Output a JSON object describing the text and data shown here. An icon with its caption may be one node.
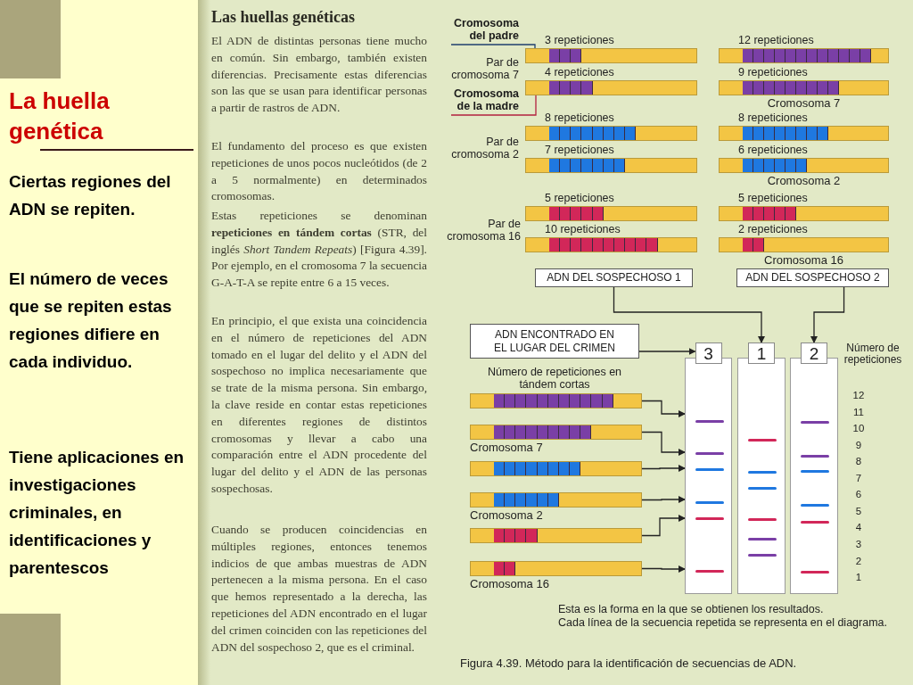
{
  "diagram": {
    "title": "La huella genética",
    "caption": "Figura 4.39. Método para la identificación de secuencias de ADN.",
    "nodes": [
      {
        "text": [
          "Cromosoma del padre"
        ]
      },
      {
        "text": [
          "Cromosoma de la madre"
        ]
      },
      {
        "text": [],
        "shape": "bar",
        "beside": [
          "3 repeticiones"
        ]
      },
      {
        "text": [],
        "shape": "bar",
        "beside": [
          "4 repeticiones"
        ]
      },
      {
        "text": [],
        "shape": "bar",
        "beside": [
          "8 repeticiones"
        ]
      },
      {
        "text": [],
        "shape": "bar",
        "beside": [
          "7 repeticiones"
        ]
      },
      {
        "text": [],
        "shape": "bar",
        "beside": [
          "5 repeticiones"
        ]
      },
      {
        "text": [],
        "shape": "bar",
        "beside": [
          "10 repeticiones"
        ]
      },
      {
        "text": [],
        "shape": "bar",
        "beside": [
          "12 repeticiones"
        ]
      },
      {
        "text": [],
        "shape": "bar",
        "beside": [
          "9 repeticiones",
          "Cromosoma 7"
        ]
      },
      {
        "text": [],
        "shape": "bar",
        "beside": [
          "8 repeticiones"
        ]
      },
      {
        "text": [],
        "shape": "bar",
        "beside": [
          "6 repeticiones",
          "Cromosoma 2"
        ]
      },
      {
        "text": [],
        "shape": "bar",
        "beside": [
          "5 repeticiones"
        ]
      },
      {
        "text": [],
        "shape": "bar",
        "beside": [
          "2 repeticiones",
          "Cromosoma 16"
        ]
      },
      {
        "text": [
          "ADN DEL SOSPECHOSO 1"
        ]
      },
      {
        "text": [
          "ADN DEL SOSPECHOSO 2"
        ]
      },
      {
        "text": [
          "ADN ENCONTRADO EN EL LUGAR DEL CRIMEN"
        ]
      },
      {
        "text": [],
        "shape": "bar"
      },
      {
        "text": [],
        "shape": "bar",
        "beside": [
          "Cromosoma 7"
        ]
      },
      {
        "text": [],
        "shape": "bar"
      },
      {
        "text": [],
        "shape": "bar",
        "beside": [
          "Cromosoma 2"
        ]
      },
      {
        "text": [],
        "shape": "bar"
      },
      {
        "text": [],
        "shape": "bar",
        "beside": [
          "Cromosoma 16"
        ]
      },
      {
        "text": [
          "3"
        ]
      },
      {
        "text": [
          "1"
        ]
      },
      {
        "text": [
          "2"
        ]
      }
    ],
    "edges": [
      {
        "from": 0,
        "to": 2,
        "arrow": "none",
        "color": "#1f3f6e"
      },
      {
        "from": 1,
        "to": 3,
        "arrow": "none",
        "color": "#b3213f"
      },
      {
        "from": 14,
        "to": 24,
        "arrow": "to"
      },
      {
        "from": 15,
        "to": 25,
        "arrow": "to"
      },
      {
        "from": 16,
        "to": 23,
        "arrow": "to"
      },
      {
        "from": 17,
        "to": 23,
        "arrow": "to"
      },
      {
        "from": 18,
        "to": 23,
        "arrow": "to"
      },
      {
        "from": 19,
        "to": 23,
        "arrow": "to"
      },
      {
        "from": 20,
        "to": 23,
        "arrow": "to"
      },
      {
        "from": 21,
        "to": 23,
        "arrow": "to"
      },
      {
        "from": 22,
        "to": 23,
        "arrow": "to"
      }
    ],
    "labels": [
      "Ciertas regiones del ADN se repiten.",
      "El número de veces que se repiten estas regiones difiere en cada individuo.",
      "Tiene aplicaciones en investigaciones criminales, en identificaciones y parentescos",
      "Las huellas genéticas",
      "El ADN de distintas personas tiene mucho en común. Sin embargo, también existen diferencias. Precisamente estas diferencias son las que se usan para identificar personas a partir de rastros de ADN.",
      "El fundamento del proceso es que existen repeticiones de unos pocos nucleótidos (de 2 a 5 normalmente) en determinados cromosomas.",
      "Estas repeticiones se denominan **repeticiones en tándem cortas** (STR, del inglés *Short Tandem Repeats*) [Figura 4.39]. Por ejemplo, en el cromosoma 7 la secuencia G-A-T-A se repite entre 6 a 15 veces.",
      "En principio, el que exista una coincidencia en el número de repeticiones del ADN tomado en el lugar del delito y el ADN del sospechoso no implica necesariamente que se trate de la misma persona. Sin embargo, la clave reside en contar estas repeticiones en diferentes regiones de distintos cromosomas y llevar a cabo una comparación entre el ADN procedente del lugar del delito y el ADN de las personas sospechosas.",
      "Cuando se producen coincidencias en múltiples regiones, entonces tenemos indicios de que ambas muestras de ADN pertenecen a la misma persona. En el caso que hemos representado a la derecha, las repeticiones del ADN encontrado en el lugar del crimen coinciden con las repeticiones del ADN del sospechoso 2, que es el criminal.",
      "Par de cromosoma 7",
      "Par de cromosoma 2",
      "Par de cromosoma 16",
      "Número de repeticiones en tándem cortas",
      "Número de repeticiones",
      "12",
      "11",
      "10",
      "9",
      "8",
      "7",
      "6",
      "5",
      "4",
      "3",
      "2",
      "1",
      "Esta es la forma en la que se obtienen los resultados.",
      "Cada línea de la secuencia repetida se representa en el diagrama."
    ]
  }
}
